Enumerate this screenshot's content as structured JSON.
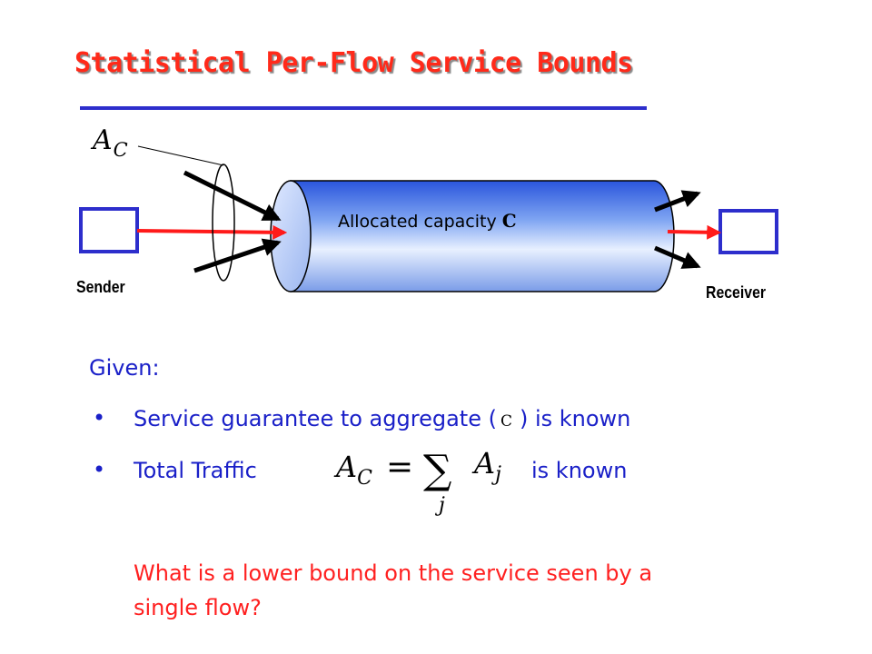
{
  "title": "Statistical Per-Flow Service Bounds",
  "colors": {
    "title": "#ff2a1a",
    "title_rule": "#2d2ecc",
    "body_text": "#1a20c8",
    "question_text": "#ff2020",
    "box_border": "#2d2ecc",
    "flow_arrow": "#ff1a1a",
    "pipe_light": "#e8f0ff",
    "pipe_dark": "#2a50d8"
  },
  "diagram": {
    "aggregate_label": {
      "symbol": "A",
      "subscript": "C"
    },
    "pipe_label": {
      "text": "Allocated capacity",
      "var": "C"
    },
    "sender_label": "Sender",
    "receiver_label": "Receiver"
  },
  "given": {
    "heading": "Given:",
    "bullet1": {
      "before": "Service guarantee to aggregate (",
      "symbol": "C",
      "after": ") is known"
    },
    "bullet2": {
      "before": "Total Traffic",
      "after": "is known"
    },
    "formula": {
      "lhs": "A",
      "lhs_sub": "C",
      "sum_index": "j",
      "rhs": "A",
      "rhs_sub": "j"
    }
  },
  "question": {
    "line1": "What is a lower bound on the service seen by a",
    "line2": "single flow?"
  }
}
